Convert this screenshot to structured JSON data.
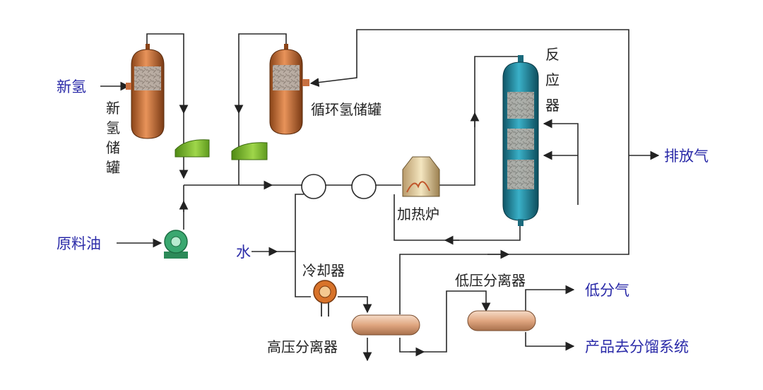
{
  "labels": {
    "new_hydrogen": "新氢",
    "new_hydrogen_tank": [
      "新",
      "氢",
      "储",
      "罐"
    ],
    "recycle_hydrogen_tank": "循环氢储罐",
    "reactor": [
      "反",
      "应",
      "器"
    ],
    "vent_gas": "排放气",
    "feed_oil": "原料油",
    "heating_furnace": "加热炉",
    "water": "水",
    "cooler": "冷却器",
    "low_pressure_separator": "低压分离器",
    "low_gas": "低分气",
    "high_pressure_separator": "高压分离器",
    "product_to_fractionation": "产品去分馏系统"
  },
  "colors": {
    "label_blue": "#2a2aa8",
    "label_black": "#222222",
    "copper_tank": "#c8733a",
    "reactor_teal": "#2a8fa6",
    "compressor_green": "#7ab82e",
    "pump_green": "#3aa870",
    "separator_tan": "#e6b898"
  }
}
